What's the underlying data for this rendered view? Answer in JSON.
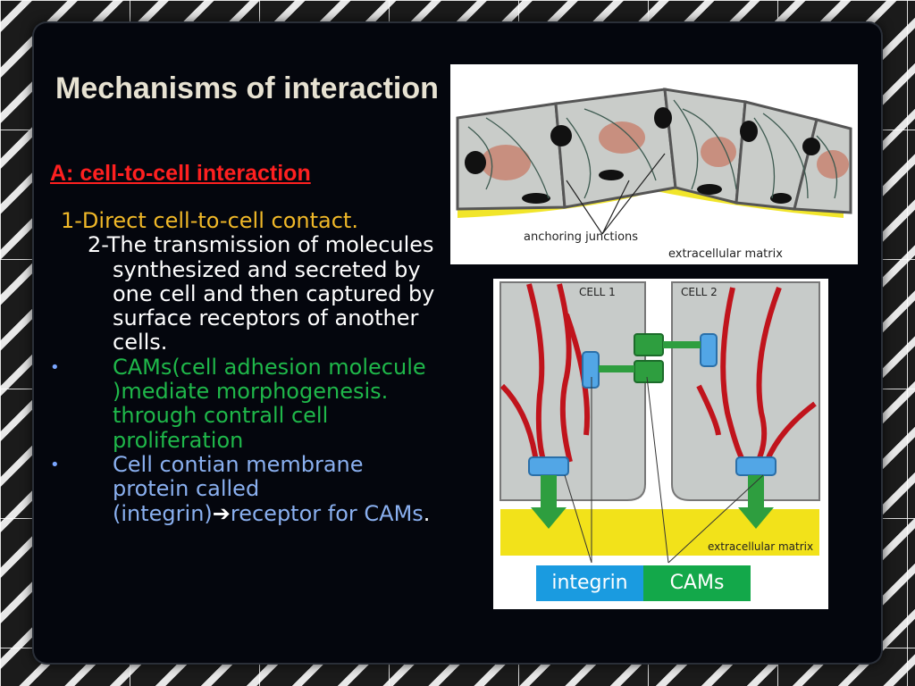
{
  "slide": {
    "title": "Mechanisms of interaction",
    "subheading": "A: cell-to-cell interaction",
    "line1": "1-Direct cell-to-cell contact.",
    "line2": "2-The transmission of molecules synthesized and secreted by one cell and then captured by surface receptors of another cells.",
    "bullets": [
      {
        "text": "CAMs(cell adhesion molecule )mediate morphogenesis. through contrall cell proliferation"
      },
      {
        "text_before": "Cell contian membrane protein called (integrin)",
        "arrow": "➔",
        "text_after": "receptor for CAMs",
        "period": "."
      }
    ],
    "bullet_glyph": "•",
    "colors": {
      "title": "#e7e2d2",
      "subheading": "#ff2020",
      "line1": "#f0b828",
      "bullet1": "#1fb84a",
      "bullet2": "#8ab0f0"
    }
  },
  "figure1": {
    "label_anchoring": "anchoring junctions",
    "label_ecm": "extracellular matrix"
  },
  "figure2": {
    "label_cell1": "CELL 1",
    "label_cell2": "CELL 2",
    "label_ecm": "extracellular matrix",
    "legend_integrin": "integrin",
    "legend_cams": "CAMs",
    "colors": {
      "integrin": "#1a9be0",
      "cams": "#13a84a",
      "filament": "#c0141c",
      "ecm": "#f2e21a"
    }
  }
}
